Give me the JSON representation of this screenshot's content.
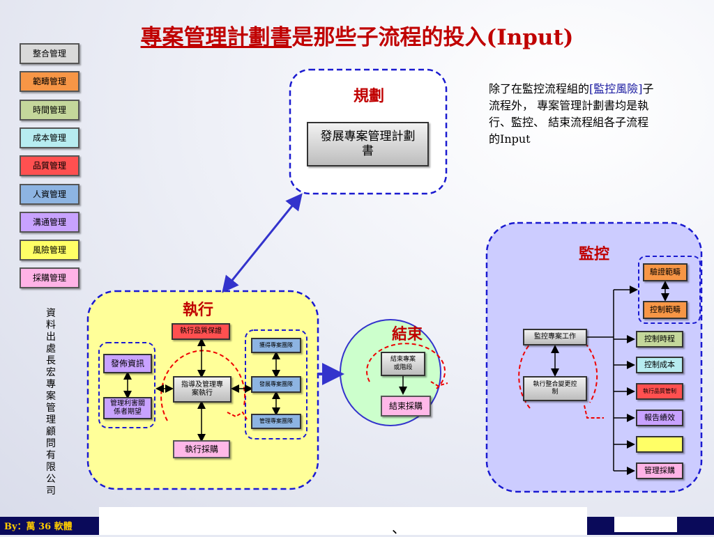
{
  "title": {
    "underlined": "專案管理計劃書",
    "rest": "是那些子流程的投入(Input)"
  },
  "sidebar": {
    "items": [
      {
        "label": "整合管理",
        "color": "#d9d9d9"
      },
      {
        "label": "範疇管理",
        "color": "#f79646"
      },
      {
        "label": "時間管理",
        "color": "#c4d79b"
      },
      {
        "label": "成本管理",
        "color": "#b7ecf0"
      },
      {
        "label": "品質管理",
        "color": "#ff5050"
      },
      {
        "label": "人資管理",
        "color": "#8db4e2"
      },
      {
        "label": "溝通管理",
        "color": "#c8a2ff"
      },
      {
        "label": "風險管理",
        "color": "#ffff66"
      },
      {
        "label": "採購管理",
        "color": "#ffb3e6"
      }
    ]
  },
  "source": "資料出處 長宏專案管理顧問有限公司",
  "planning": {
    "label": "規劃",
    "box": "發展專案管理計劃書"
  },
  "notes": {
    "p1": "除了在監控流程組的",
    "p2": "[監控風險]",
    "p3": "子流程外， 專案管理計劃書均是執行、監控、 結束流程組各子流程的Input"
  },
  "executing": {
    "label": "執行",
    "qa": "執行品質保證",
    "direct": "指導及管理專案執行",
    "procure": "執行採購",
    "comm": [
      "發佈資訊",
      "管理利害關係者期望"
    ],
    "team": [
      "獲得專案團隊",
      "發展專案團隊",
      "管理專案團隊"
    ]
  },
  "closing": {
    "label": "結束",
    "close": "結束專案或階段",
    "proc": "結束採購"
  },
  "monitoring": {
    "label": "監控",
    "monitor": "監控專案工作",
    "change": "執行整合變更控制",
    "scope": [
      "驗證範疇",
      "控制範疇"
    ],
    "outputs": [
      {
        "label": "控制時程",
        "color": "#c4d79b"
      },
      {
        "label": "控制成本",
        "color": "#b7ecf0"
      },
      {
        "label": "執行品質管制",
        "color": "#ff5050"
      },
      {
        "label": "報告績效",
        "color": "#c8a2ff"
      },
      {
        "label": "",
        "color": "#ffff66"
      },
      {
        "label": "管理採購",
        "color": "#ffb3e6"
      }
    ]
  },
  "footer": {
    "by": "By：萬 36 軟體",
    "mark": "、"
  }
}
